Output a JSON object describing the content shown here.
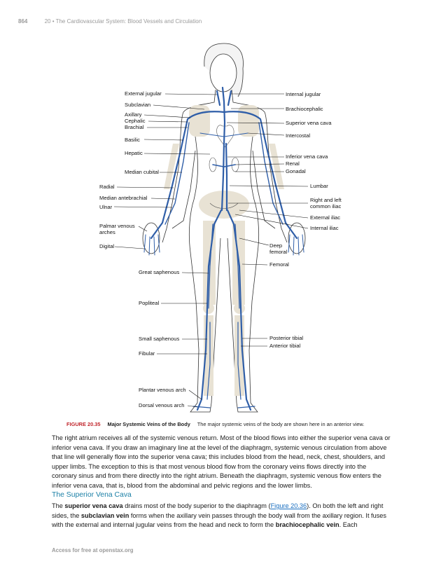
{
  "header": {
    "page_number": "864",
    "chapter": "20 • The Cardiovascular System: Blood Vessels and Circulation"
  },
  "figure": {
    "labels_left": [
      "External jugular",
      "Subclavian",
      "Axillary",
      "Cephalic",
      "Brachial",
      "Basilic",
      "Hepatic",
      "Median cubital",
      "Radial",
      "Median antebrachial",
      "Ulnar",
      "Palmar venous",
      "arches",
      "Digital",
      "Great saphenous",
      "Popliteal",
      "Small saphenous",
      "Fibular",
      "Plantar venous arch",
      "Dorsal venous arch"
    ],
    "labels_right": [
      "Internal jugular",
      "Brachiocephalic",
      "Superior vena cava",
      "Intercostal",
      "Inferior vena cava",
      "Renal",
      "Gonadal",
      "Lumbar",
      "Right and left",
      "common iliac",
      "External iliac",
      "Internal iliac",
      "Deep",
      "femoral",
      "Femoral",
      "Posterior tibial",
      "Anterior tibial"
    ],
    "caption_number": "FIGURE 20.35",
    "caption_title": "Major Systemic Veins of the Body",
    "caption_text": "The major systemic veins of the body are shown here in an anterior view."
  },
  "body": {
    "paragraph1": "The right atrium receives all of the systemic venous return. Most of the blood flows into either the superior vena cava or inferior vena cava. If you draw an imaginary line at the level of the diaphragm, systemic venous circulation from above that line will generally flow into the superior vena cava; this includes blood from the head, neck, chest, shoulders, and upper limbs. The exception to this is that most venous blood flow from the coronary veins flows directly into the coronary sinus and from there directly into the right atrium. Beneath the diaphragm, systemic venous flow enters the inferior vena cava, that is, blood from the abdominal and pelvic regions and the lower limbs.",
    "section_heading": "The Superior Vena Cava",
    "p2_a": "The ",
    "p2_b": "superior vena cava",
    "p2_c": " drains most of the body superior to the diaphragm (",
    "p2_link": "Figure 20.36",
    "p2_d": "). On both the left and right sides, the ",
    "p2_e": "subclavian vein",
    "p2_f": " forms when the axillary vein passes through the body wall from the axillary region. It fuses with the external and internal jugular veins from the head and neck to form the ",
    "p2_g": "brachiocephalic vein",
    "p2_h": ". Each"
  },
  "footer": {
    "text": "Access for free at openstax.org"
  },
  "colors": {
    "vein": "#2f5ea8",
    "bone": "#e8e2d4",
    "caption_number": "#c1272d",
    "section_heading": "#1a7fa6"
  }
}
